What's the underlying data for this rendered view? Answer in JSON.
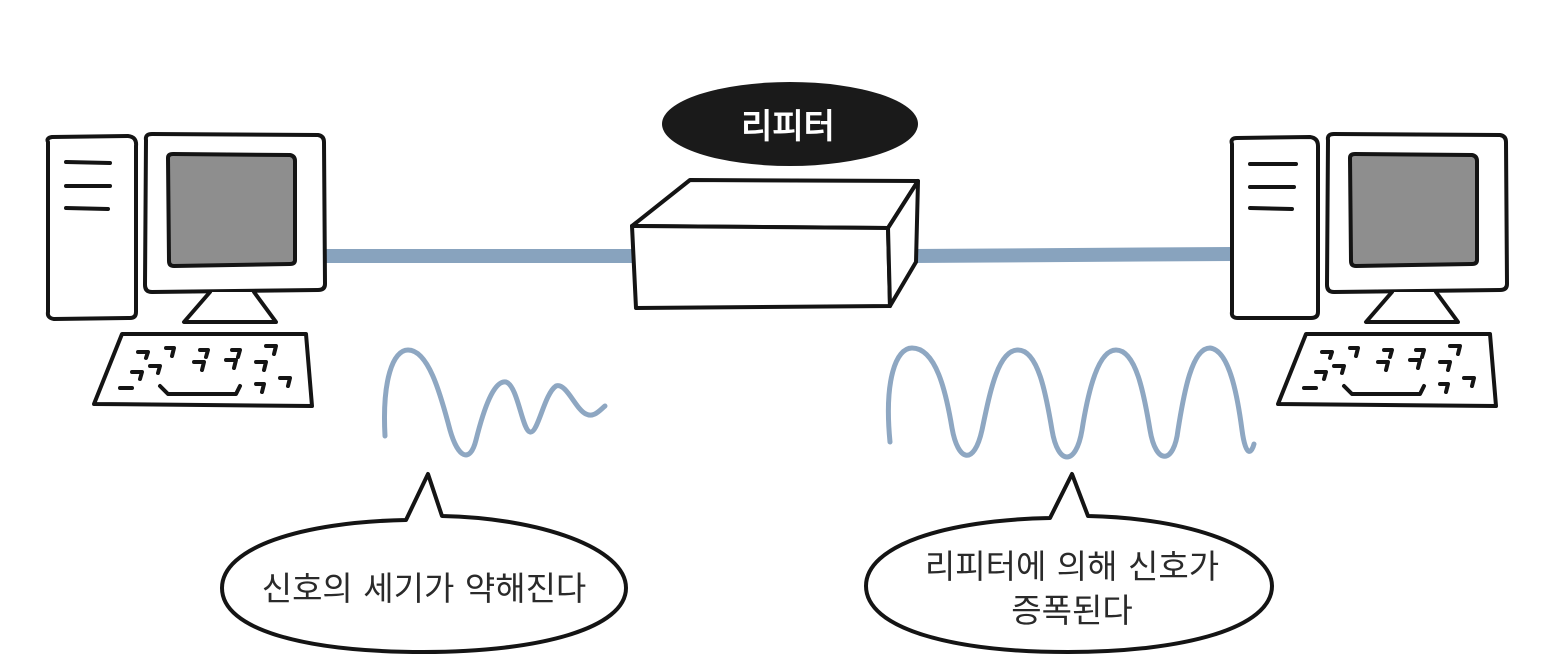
{
  "repeater_label": "리피터",
  "left_caption": "신호의 세기가 약해진다",
  "right_caption_line1": "리피터에 의해 신호가",
  "right_caption_line2": "증폭된다",
  "colors": {
    "cable": "#88a3be",
    "signal_wave": "#8ea7c2",
    "screen": "#8e8e8e",
    "repeater_badge": "#1a1a1a"
  }
}
